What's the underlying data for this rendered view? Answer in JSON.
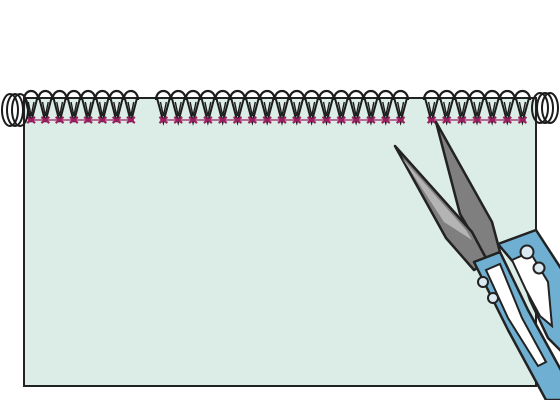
{
  "colors": {
    "background": "#ffffff",
    "fabric_fill": "#dcece6",
    "outline": "#222222",
    "overlock_thread": "#1c1c1c",
    "needle_thread": "#9b1f5e",
    "blade_fill": "#7f7f7f",
    "blade_highlight": "#b4b4b4",
    "handle_fill": "#6fb0d2",
    "rivet_fill": "#dce9f0"
  },
  "icons": {
    "fabric": "fabric-panel-icon",
    "stitching": "overlock-stitch-icon",
    "tool": "thread-snips-icon"
  },
  "stitch_groups": [
    {
      "loops": 8
    },
    {
      "loops": 17
    },
    {
      "loops": 7
    }
  ]
}
